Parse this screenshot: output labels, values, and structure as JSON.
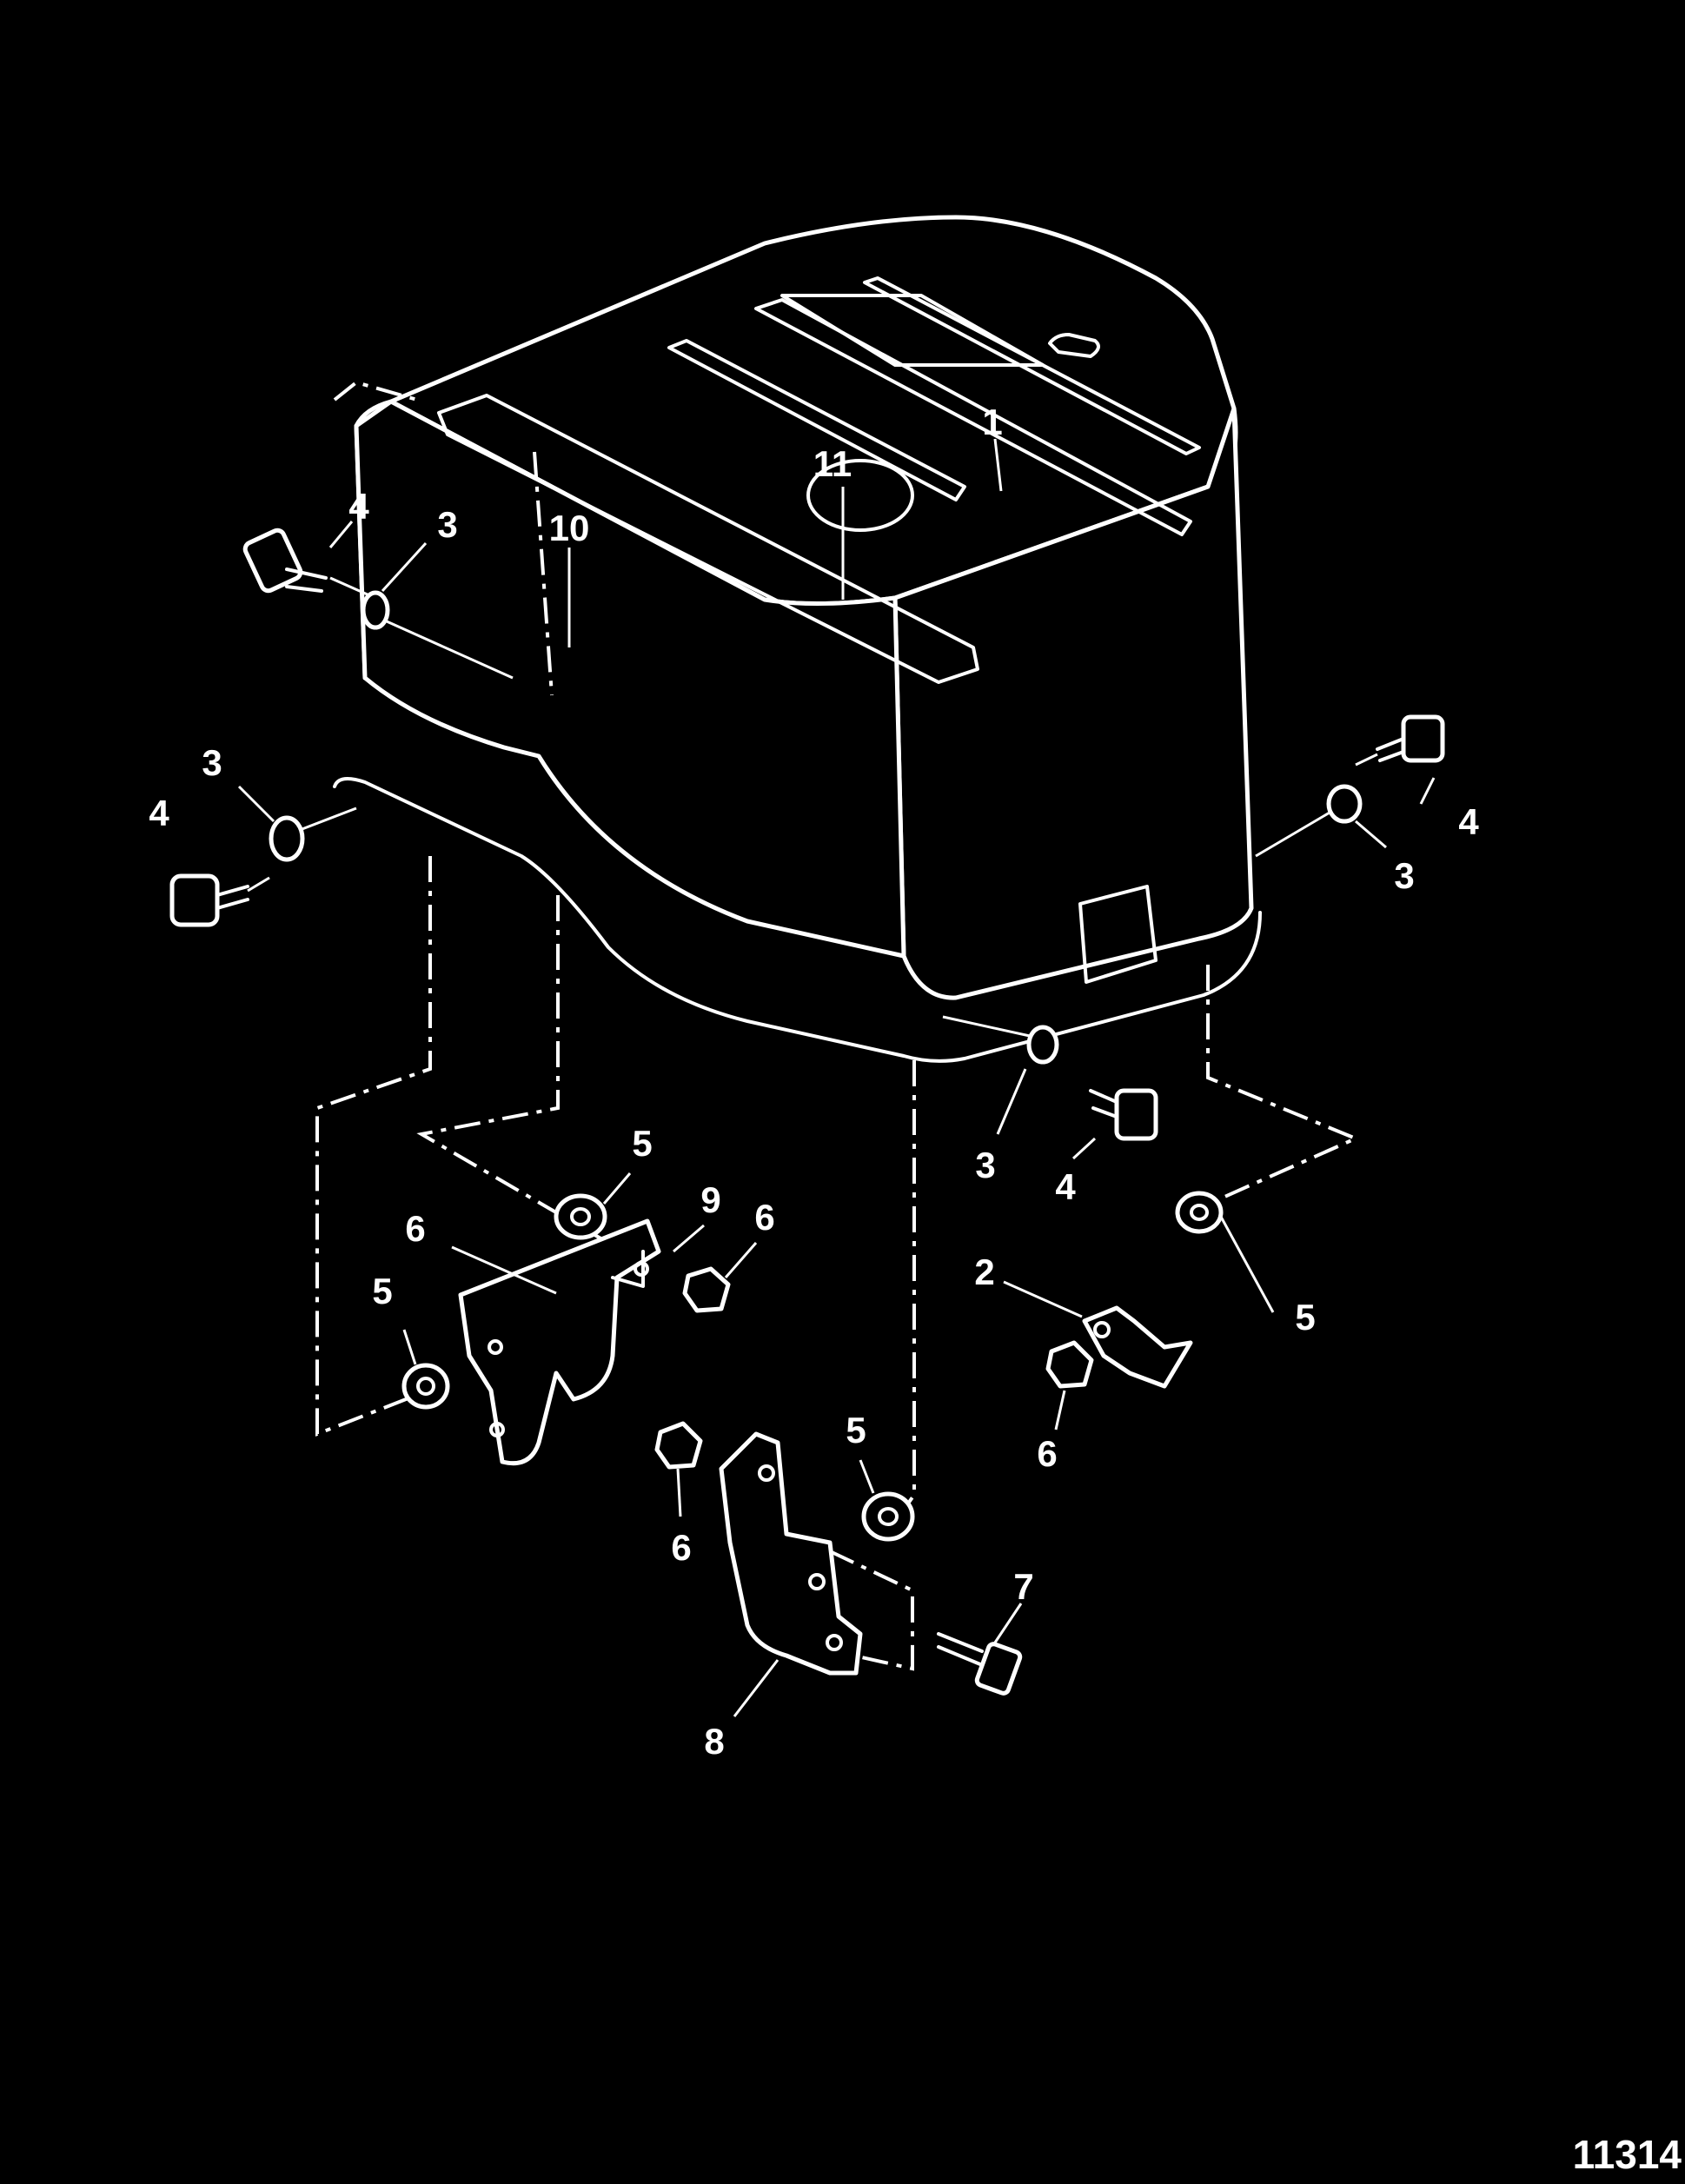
{
  "callouts": [
    {
      "id": "c1",
      "label": "1"
    },
    {
      "id": "c11",
      "label": "11"
    },
    {
      "id": "c10",
      "label": "10"
    },
    {
      "id": "c4a",
      "label": "4"
    },
    {
      "id": "c3a",
      "label": "3"
    },
    {
      "id": "c3b",
      "label": "3"
    },
    {
      "id": "c4b",
      "label": "4"
    },
    {
      "id": "c4c",
      "label": "4"
    },
    {
      "id": "c3c",
      "label": "3"
    },
    {
      "id": "c3d",
      "label": "3"
    },
    {
      "id": "c4d",
      "label": "4"
    },
    {
      "id": "c5a",
      "label": "5"
    },
    {
      "id": "c9",
      "label": "9"
    },
    {
      "id": "c6a",
      "label": "6"
    },
    {
      "id": "c6b",
      "label": "6"
    },
    {
      "id": "c5b",
      "label": "5"
    },
    {
      "id": "c2",
      "label": "2"
    },
    {
      "id": "c5c",
      "label": "5"
    },
    {
      "id": "c6c",
      "label": "6"
    },
    {
      "id": "c5d",
      "label": "5"
    },
    {
      "id": "c6d",
      "label": "6"
    },
    {
      "id": "c7",
      "label": "7"
    },
    {
      "id": "c8",
      "label": "8"
    }
  ],
  "figure_number": "11314",
  "colors": {
    "background": "#000000",
    "line": "#ffffff"
  }
}
